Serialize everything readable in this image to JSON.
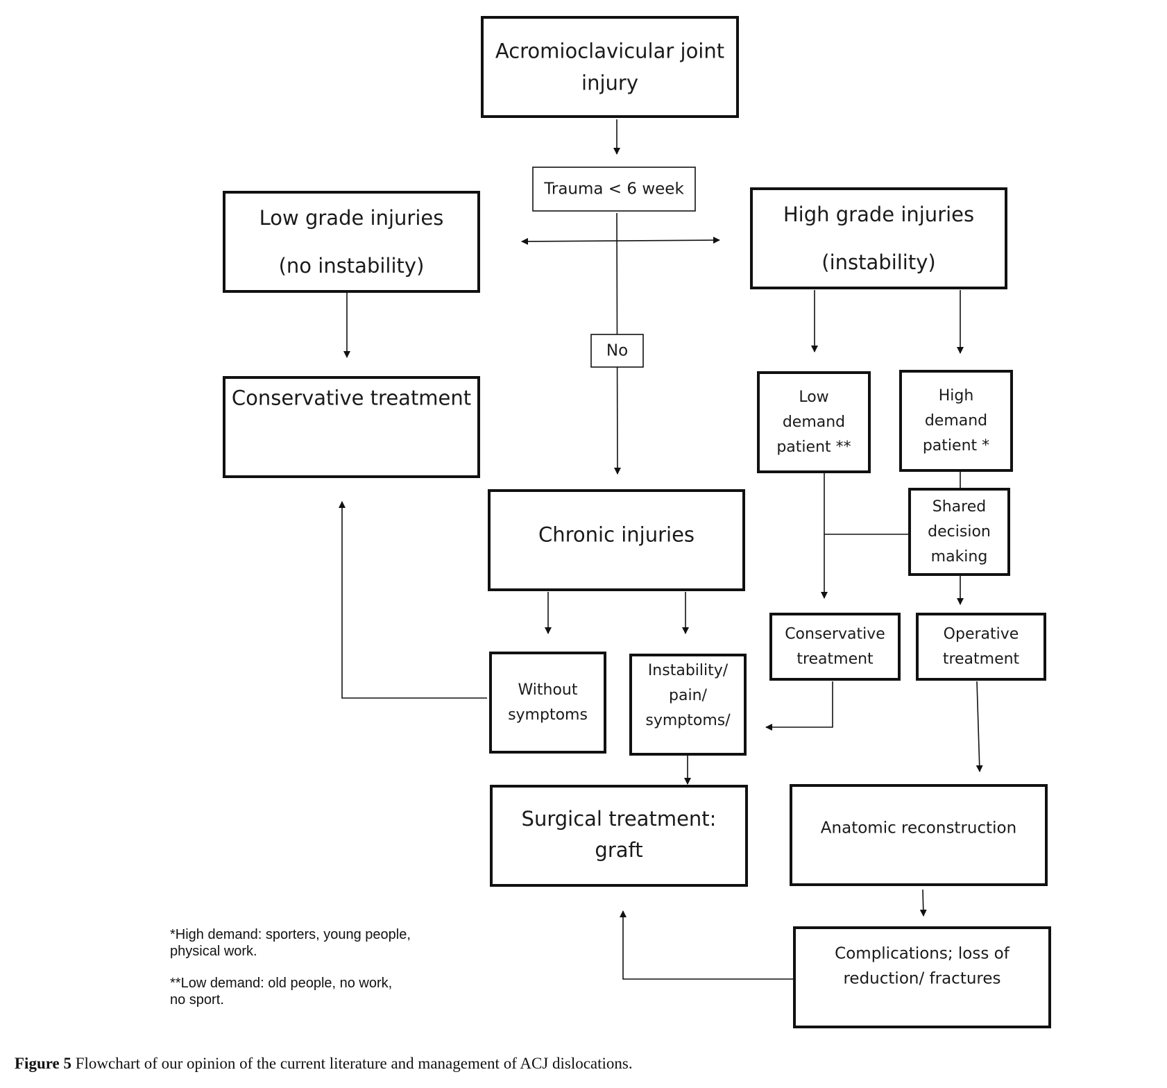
{
  "nodes": {
    "acj_injury": [
      "Acromioclavicular joint",
      "injury"
    ],
    "trauma": [
      "Trauma < 6 week"
    ],
    "low_grade": [
      "Low grade injuries",
      "(no instability)"
    ],
    "high_grade": [
      "High grade injuries",
      "(instability)"
    ],
    "no": [
      "No"
    ],
    "conservative_main": [
      "Conservative treatment"
    ],
    "low_demand": [
      "Low",
      "demand",
      "patient **"
    ],
    "high_demand": [
      "High",
      "demand",
      "patient *"
    ],
    "shared_decision": [
      "Shared",
      "decision",
      "making"
    ],
    "chronic": [
      "Chronic injuries"
    ],
    "conservative_small": [
      "Conservative",
      "treatment"
    ],
    "operative": [
      "Operative",
      "treatment"
    ],
    "without_symptoms": [
      "Without",
      "symptoms"
    ],
    "instability": [
      "Instability/",
      "pain/",
      "symptoms/"
    ],
    "surgical": [
      "Surgical treatment:",
      "graft"
    ],
    "anatomic": [
      "Anatomic reconstruction"
    ],
    "complications": [
      "Complications; loss of",
      "reduction/ fractures"
    ]
  },
  "notes": {
    "high_demand": "*High demand: sporters, young people,\nphysical work.",
    "low_demand": "**Low demand: old people, no work,\nno sport."
  },
  "caption": {
    "label": "Figure 5",
    "text": " Flowchart of our opinion of the current literature and management of ACJ dislocations."
  }
}
